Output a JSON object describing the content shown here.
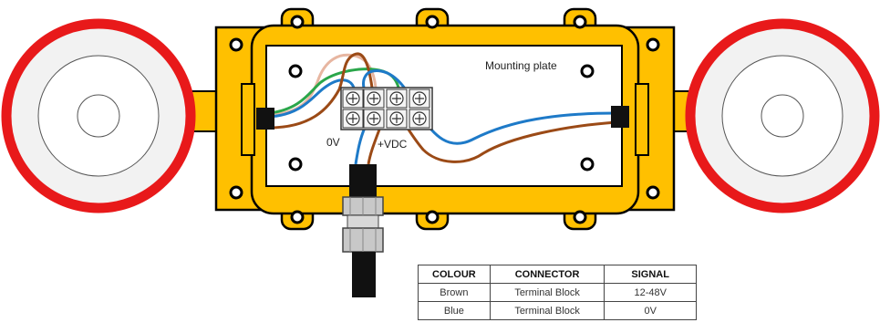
{
  "labels": {
    "mounting_plate": "Mounting plate",
    "zero_v": "0V",
    "plus_vdc": "+VDC"
  },
  "table": {
    "headers": [
      "COLOUR",
      "CONNECTOR",
      "SIGNAL"
    ],
    "rows": [
      [
        "Brown",
        "Terminal Block",
        "12-48V"
      ],
      [
        "Blue",
        "Terminal Block",
        "0V"
      ]
    ]
  },
  "colors": {
    "housing": "#ffc000",
    "outline": "#000000",
    "sensor_ring": "#e8191a",
    "sensor_face": "#f2f2f2",
    "wire_brown": "#9b4a16",
    "wire_blue": "#1e7ac8",
    "wire_green": "#2aa64a",
    "wire_pink": "#e7b6a1",
    "gland_metal": "#c8c8c8"
  }
}
